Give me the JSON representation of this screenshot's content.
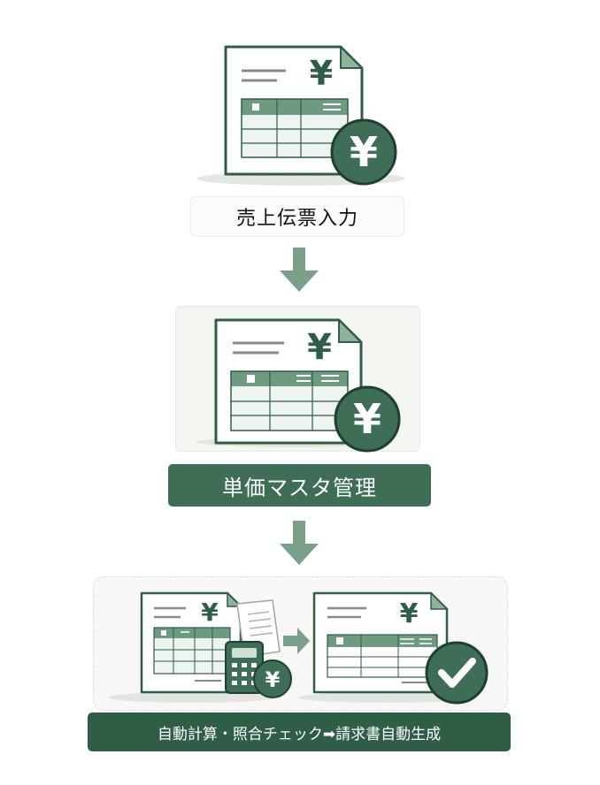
{
  "colors": {
    "accent": "#3e6e55",
    "accent_dark": "#2f5d46",
    "arrow": "#7ba08a",
    "table_header": "#6e9a80",
    "table_fill": "#eef4ef"
  },
  "steps": [
    {
      "label": "売上伝票入力",
      "icon": "invoice-yen-document-icon"
    },
    {
      "label": "単価マスタ管理",
      "icon": "invoice-yen-document-icon"
    },
    {
      "label": "自動計算・照合チェック➡請求書自動生成",
      "icon": "calculator-to-checked-invoice-icon"
    }
  ],
  "glyphs": {
    "yen": "¥"
  }
}
